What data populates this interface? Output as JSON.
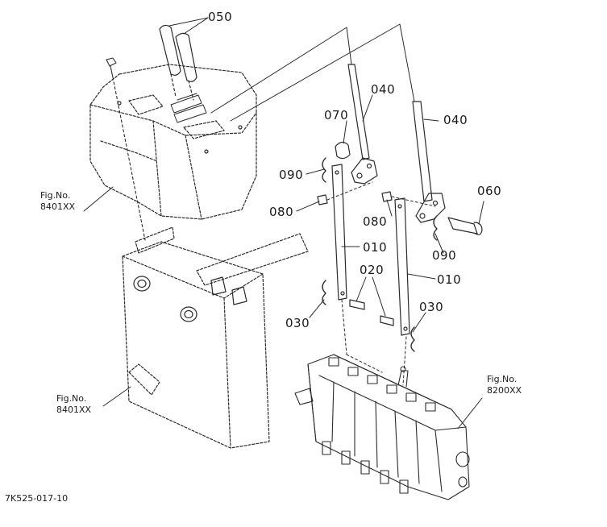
{
  "parts": {
    "p050": "050",
    "p040_a": "040",
    "p040_b": "040",
    "p070": "070",
    "p090_a": "090",
    "p090_b": "090",
    "p080_a": "080",
    "p080_b": "080",
    "p060": "060",
    "p010_a": "010",
    "p010_b": "010",
    "p020": "020",
    "p030_a": "030",
    "p030_b": "030"
  },
  "refs": [
    {
      "line1": "Fig.No.",
      "line2": "8401XX"
    },
    {
      "line1": "Fig.No.",
      "line2": "8401XX"
    },
    {
      "line1": "Fig.No.",
      "line2": "8200XX"
    }
  ],
  "drawing_code": "7K525-017-10"
}
